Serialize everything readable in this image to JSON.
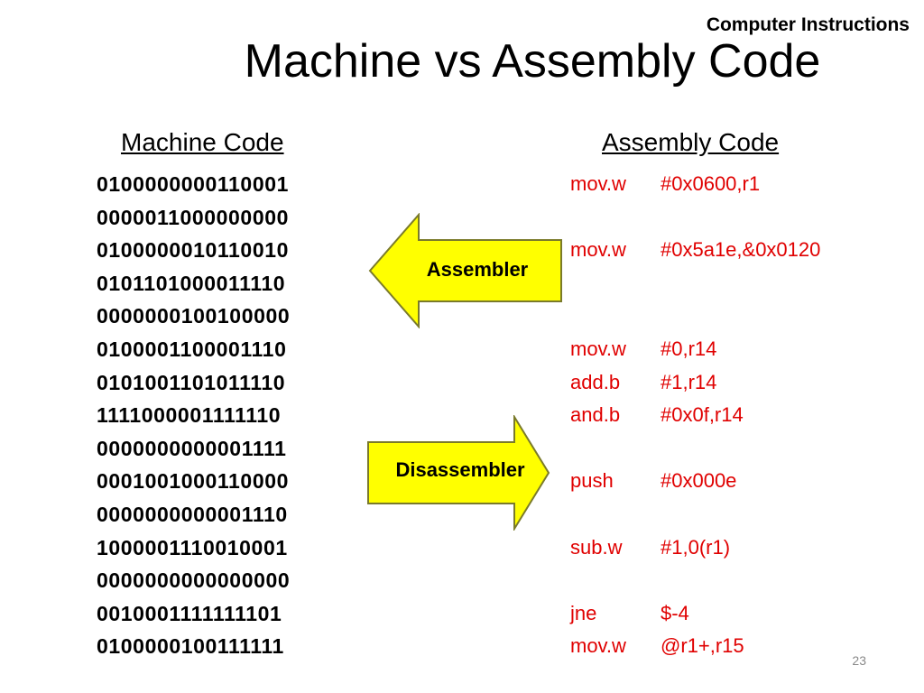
{
  "header": {
    "topic": "Computer Instructions",
    "title": "Machine vs Assembly Code"
  },
  "columns": {
    "machine_heading": "Machine Code",
    "assembly_heading": "Assembly Code"
  },
  "machine_code": [
    "0100000000110001",
    "0000011000000000",
    "0100000010110010",
    "0101101000011110",
    "0000000100100000",
    "0100001100001110",
    "0101001101011110",
    "1111000001111110",
    "0000000000001111",
    "0001001000110000",
    "0000000000001110",
    "1000001110010001",
    "0000000000000000",
    "0010001111111101",
    "0100000100111111"
  ],
  "assembly_code": [
    {
      "op": "mov.w",
      "arg": "#0x0600,r1"
    },
    {
      "op": "",
      "arg": ""
    },
    {
      "op": "mov.w",
      "arg": "#0x5a1e,&0x0120"
    },
    {
      "op": "",
      "arg": ""
    },
    {
      "op": "",
      "arg": ""
    },
    {
      "op": "mov.w",
      "arg": "#0,r14"
    },
    {
      "op": "add.b",
      "arg": "#1,r14"
    },
    {
      "op": "and.b",
      "arg": "#0x0f,r14"
    },
    {
      "op": "",
      "arg": ""
    },
    {
      "op": "push",
      "arg": "#0x000e"
    },
    {
      "op": "",
      "arg": ""
    },
    {
      "op": "sub.w",
      "arg": "#1,0(r1)"
    },
    {
      "op": "",
      "arg": ""
    },
    {
      "op": "jne",
      "arg": "$-4"
    },
    {
      "op": "mov.w",
      "arg": "@r1+,r15"
    }
  ],
  "arrows": {
    "assembler_label": "Assembler",
    "disassembler_label": "Disassembler",
    "fill_color": "#ffff00",
    "stroke_color": "#7a7a2a"
  },
  "colors": {
    "assembly_text": "#e00000"
  },
  "footer": {
    "page_number": "23"
  }
}
